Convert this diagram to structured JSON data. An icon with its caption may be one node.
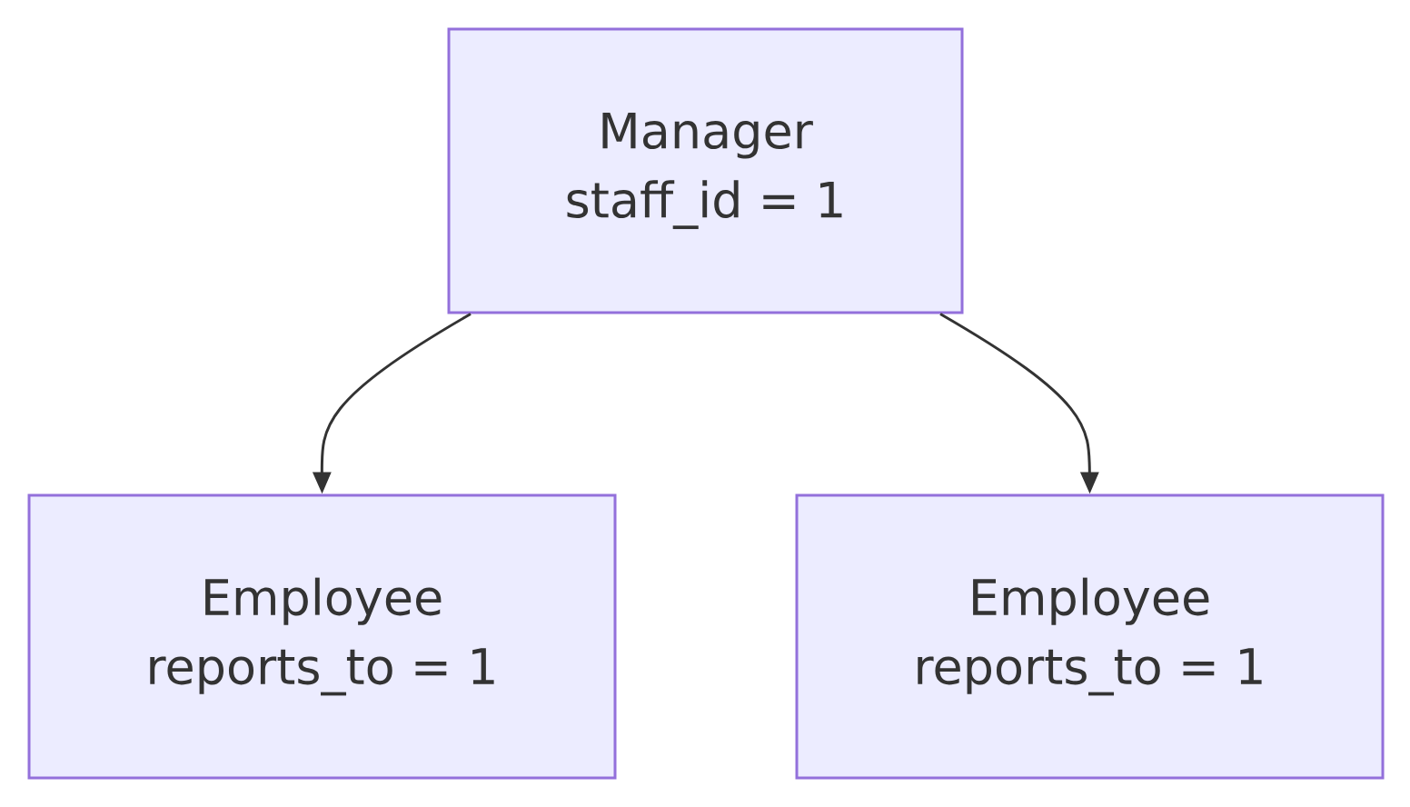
{
  "diagram": {
    "nodes": [
      {
        "text": [
          "Manager",
          "staff_id = 1"
        ]
      },
      {
        "text": [
          "Employee",
          "reports_to = 1"
        ]
      },
      {
        "text": [
          "Employee",
          "reports_to = 1"
        ]
      }
    ],
    "edges": [
      {
        "from": 0,
        "to": 1,
        "arrow": "to"
      },
      {
        "from": 0,
        "to": 2,
        "arrow": "to"
      }
    ]
  }
}
